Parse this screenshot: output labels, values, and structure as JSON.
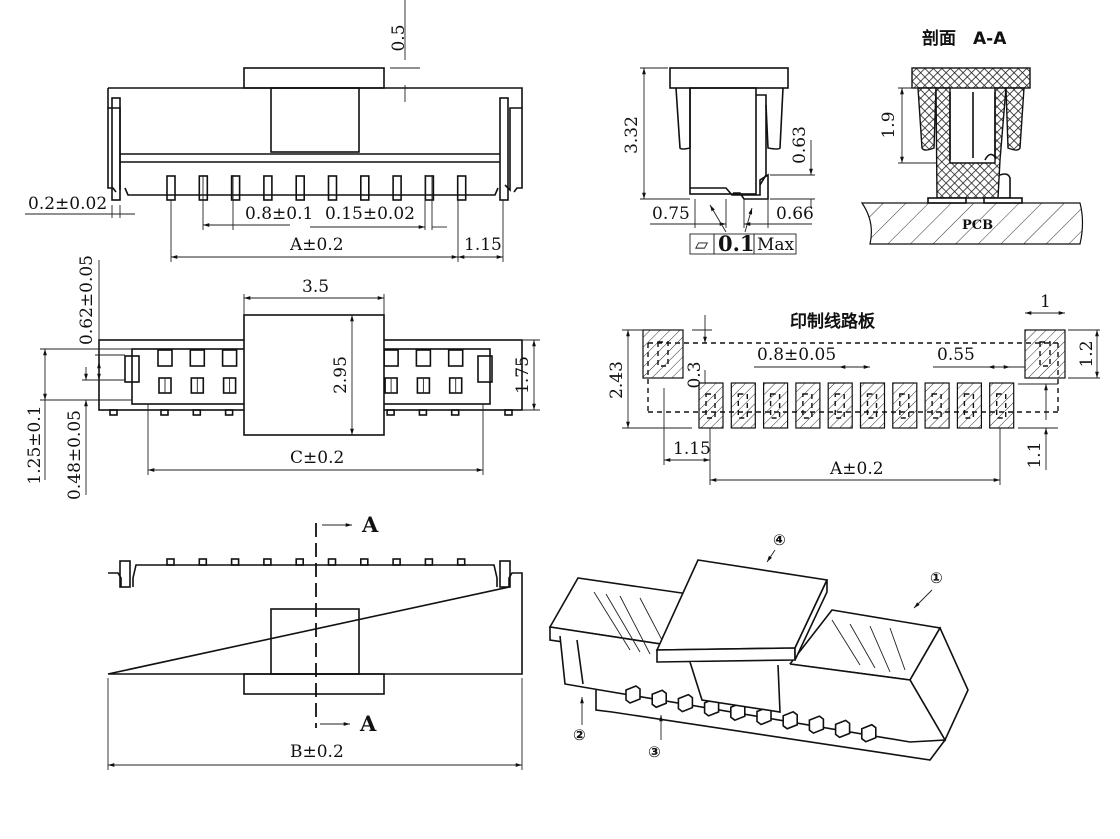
{
  "title": "Connector drawing",
  "top_view": {
    "dim_top_offset": "0.5",
    "dim_post_width": "0.2±0.02",
    "dim_pitch": "0.8±0.1",
    "dim_pin_width": "0.15±0.02",
    "dim_A": "A±0.2",
    "dim_end": "1.15",
    "pin_count": 10
  },
  "side_view": {
    "dim_height": "3.32",
    "dim_063": "0.63",
    "dim_075": "0.75",
    "dim_066": "0.66",
    "flatness_symbol": "▱",
    "flatness_value": "0.1",
    "flatness_note": "Max"
  },
  "section_view": {
    "title": "剖面　A-A",
    "dim_19": "1.9",
    "pcb_label": "PCB"
  },
  "front_view": {
    "dim_062": "0.62±0.05",
    "dim_125": "1.25±0.1",
    "dim_048": "0.48±0.05",
    "dim_35": "3.5",
    "dim_295": "2.95",
    "dim_175": "1.75",
    "dim_C": "C±0.2"
  },
  "pcb_layout": {
    "title": "印制线路板",
    "dim_1": "1",
    "dim_12": "1.2",
    "dim_243": "2.43",
    "dim_03": "0.3",
    "dim_pitch": "0.8±0.05",
    "dim_055": "0.55",
    "dim_115": "1.15",
    "dim_A": "A±0.2",
    "dim_11": "1.1",
    "pad_count": 10
  },
  "bottom_view": {
    "section_mark": "A",
    "dim_B": "B±0.2"
  },
  "iso_view": {
    "callouts": [
      "①",
      "②",
      "③",
      "④"
    ]
  }
}
